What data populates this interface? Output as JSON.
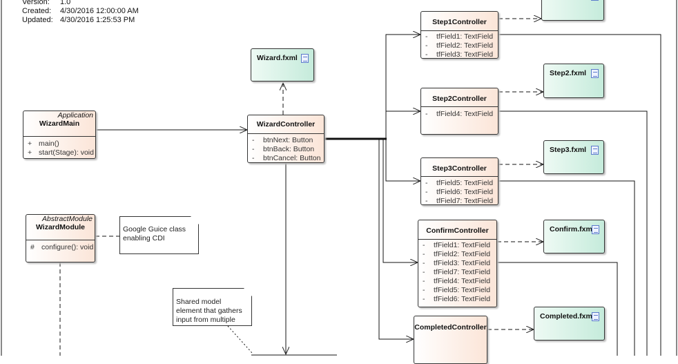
{
  "meta": {
    "version_label": "Version:",
    "version": "1.0",
    "created_label": "Created:",
    "created": "4/30/2016 12:00:00 AM",
    "updated_label": "Updated:",
    "updated": "4/30/2016 1:25:53 PM"
  },
  "classes": {
    "wizard_main": {
      "stereotype": "Application",
      "name": "WizardMain",
      "members": [
        {
          "vis": "+",
          "text": "main()"
        },
        {
          "vis": "+",
          "text": "start(Stage): void"
        }
      ]
    },
    "wizard_controller": {
      "name": "WizardController",
      "members": [
        {
          "vis": "-",
          "text": "btnNext: Button"
        },
        {
          "vis": "-",
          "text": "btnBack: Button"
        },
        {
          "vis": "-",
          "text": "btnCancel: Button"
        }
      ]
    },
    "wizard_module": {
      "stereotype": "AbstractModule",
      "name": "WizardModule",
      "members": [
        {
          "vis": "#",
          "text": "configure(): void"
        }
      ]
    },
    "step1": {
      "name": "Step1Controller",
      "members": [
        {
          "vis": "-",
          "text": "tfField1: TextField"
        },
        {
          "vis": "-",
          "text": "tfField2: TextField"
        },
        {
          "vis": "-",
          "text": "tfField3: TextField"
        }
      ]
    },
    "step2": {
      "name": "Step2Controller",
      "members": [
        {
          "vis": "-",
          "text": "tfField4: TextField"
        }
      ]
    },
    "step3": {
      "name": "Step3Controller",
      "members": [
        {
          "vis": "-",
          "text": "tfField5: TextField"
        },
        {
          "vis": "-",
          "text": "tfField6: TextField"
        },
        {
          "vis": "-",
          "text": "tfField7: TextField"
        }
      ]
    },
    "confirm": {
      "name": "ConfirmController",
      "members": [
        {
          "vis": "-",
          "text": "tfField1: TextField"
        },
        {
          "vis": "-",
          "text": "tfField2: TextField"
        },
        {
          "vis": "-",
          "text": "tfField3: TextField"
        },
        {
          "vis": "-",
          "text": "tfField7: TextField"
        },
        {
          "vis": "-",
          "text": "tfField4: TextField"
        },
        {
          "vis": "-",
          "text": "tfField5: TextField"
        },
        {
          "vis": "-",
          "text": "tfField6: TextField"
        }
      ]
    },
    "completed": {
      "name": "CompletedController"
    }
  },
  "fxml": {
    "wizard": "Wizard.fxml",
    "step2": "Step2.fxml",
    "step3": "Step3.fxml",
    "confirm": "Confirm.fxml",
    "completed": "Completed.fxml",
    "icon": "document-icon"
  },
  "notes": {
    "guice": "Google Guice class enabling CDI",
    "shared": "Shared model element that gathers input from multiple views"
  }
}
